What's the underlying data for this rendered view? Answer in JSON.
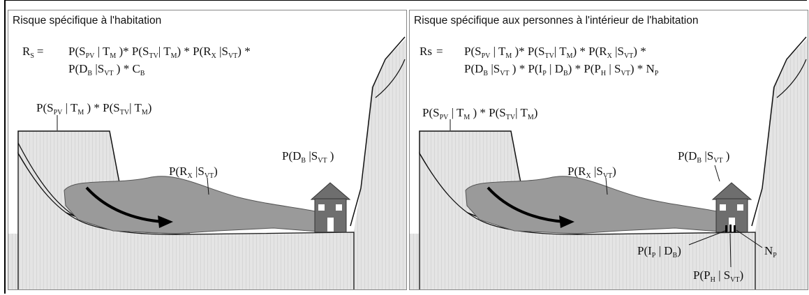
{
  "left_panel": {
    "title": "Risque spécifique à l'habitation",
    "rs_label": "R",
    "rs_sub": "S",
    "rs_eq": "=",
    "formula_line1": [
      {
        "t": "P(S"
      },
      {
        "s": "PV"
      },
      {
        "t": " | T"
      },
      {
        "s": "M"
      },
      {
        "t": " )* P(S"
      },
      {
        "s": "TV"
      },
      {
        "t": "| T"
      },
      {
        "s": "M"
      },
      {
        "t": ") * P(R"
      },
      {
        "s": "X"
      },
      {
        "t": " |S"
      },
      {
        "s": "VT"
      },
      {
        "t": ") *"
      }
    ],
    "formula_line2": [
      {
        "t": "P(D"
      },
      {
        "s": "B"
      },
      {
        "t": " |S"
      },
      {
        "s": "VT"
      },
      {
        "t": " ) * C"
      },
      {
        "s": "B"
      }
    ],
    "label_source": [
      {
        "t": "P(S"
      },
      {
        "s": "PV"
      },
      {
        "t": " | T"
      },
      {
        "s": "M"
      },
      {
        "t": " ) * P(S"
      },
      {
        "s": "TV"
      },
      {
        "t": "| T"
      },
      {
        "s": "M"
      },
      {
        "t": ")"
      }
    ],
    "label_runout": [
      {
        "t": "P(R"
      },
      {
        "s": "X"
      },
      {
        "t": " |S"
      },
      {
        "s": "VT"
      },
      {
        "t": ")"
      }
    ],
    "label_house": [
      {
        "t": "P(D"
      },
      {
        "s": "B"
      },
      {
        "t": " |S"
      },
      {
        "s": "VT"
      },
      {
        "t": " )"
      }
    ]
  },
  "right_panel": {
    "title": "Risque spécifique aux personnes à l'intérieur de l'habitation",
    "rs_label": "Rs",
    "rs_eq": "=",
    "formula_line1": [
      {
        "t": "P(S"
      },
      {
        "s": "PV"
      },
      {
        "t": " | T"
      },
      {
        "s": "M"
      },
      {
        "t": " )* P(S"
      },
      {
        "s": "TV"
      },
      {
        "t": "| T"
      },
      {
        "s": "M"
      },
      {
        "t": ") * P(R"
      },
      {
        "s": "X"
      },
      {
        "t": " |S"
      },
      {
        "s": "VT"
      },
      {
        "t": ") *"
      }
    ],
    "formula_line2": [
      {
        "t": "P(D"
      },
      {
        "s": "B"
      },
      {
        "t": " |S"
      },
      {
        "s": "VT"
      },
      {
        "t": " ) * P(I"
      },
      {
        "s": "P"
      },
      {
        "t": " | D"
      },
      {
        "s": "B"
      },
      {
        "t": ") * P(P"
      },
      {
        "s": "H"
      },
      {
        "t": " | S"
      },
      {
        "s": "VT"
      },
      {
        "t": ") * N"
      },
      {
        "s": "P"
      }
    ],
    "label_source": [
      {
        "t": "P(S"
      },
      {
        "s": "PV"
      },
      {
        "t": " | T"
      },
      {
        "s": "M"
      },
      {
        "t": " ) * P(S"
      },
      {
        "s": "TV"
      },
      {
        "t": "| T"
      },
      {
        "s": "M"
      },
      {
        "t": ")"
      }
    ],
    "label_runout": [
      {
        "t": "P(R"
      },
      {
        "s": "X"
      },
      {
        "t": " |S"
      },
      {
        "s": "VT"
      },
      {
        "t": ")"
      }
    ],
    "label_house": [
      {
        "t": "P(D"
      },
      {
        "s": "B"
      },
      {
        "t": " |S"
      },
      {
        "s": "VT"
      },
      {
        "t": " )"
      }
    ],
    "label_injury": [
      {
        "t": "P(I"
      },
      {
        "s": "P"
      },
      {
        "t": " | D"
      },
      {
        "s": "B"
      },
      {
        "t": ")"
      }
    ],
    "label_presence": [
      {
        "t": "P(P"
      },
      {
        "s": "H"
      },
      {
        "t": " | S"
      },
      {
        "s": "VT"
      },
      {
        "t": ")"
      }
    ],
    "label_people": [
      {
        "t": "N"
      },
      {
        "s": "P"
      }
    ]
  },
  "colors": {
    "slope_fill": "#dcdcdc",
    "debris_fill": "#9a9a9a",
    "house_fill": "#6e6e6e",
    "line": "#111111"
  }
}
